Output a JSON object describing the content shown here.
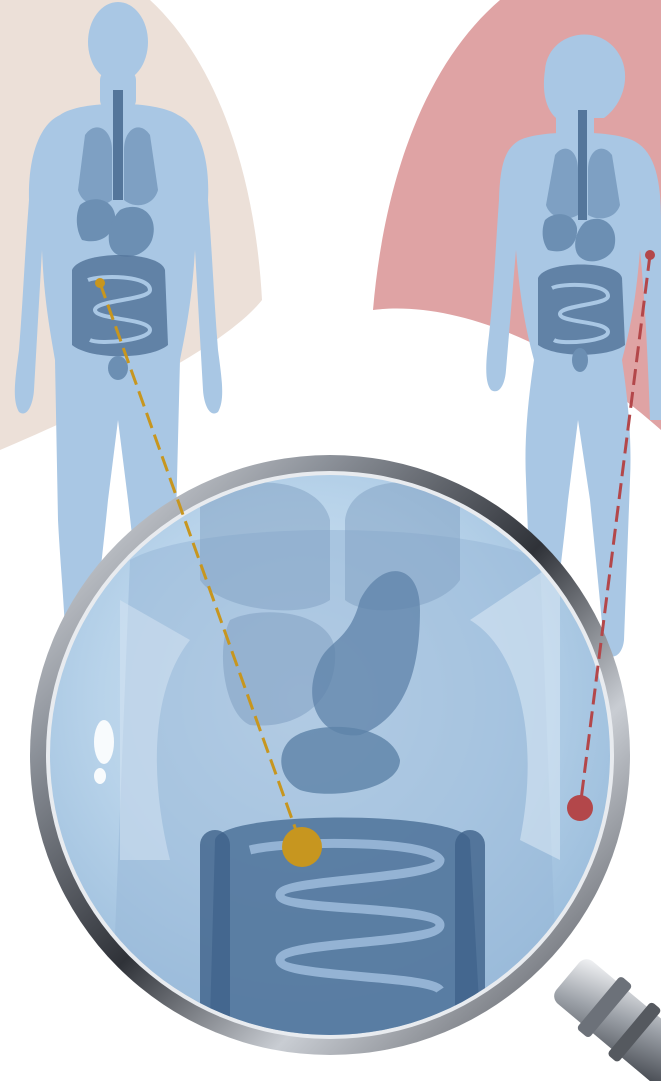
{
  "colors": {
    "background": "#ffffff",
    "male_backdrop": "#ece0d8",
    "female_backdrop": "#dfa3a4",
    "body_fill": "#a9c7e4",
    "organ_fill": "#5d82a8",
    "organ_dark": "#3f628a",
    "male_marker": "#c7961f",
    "female_marker": "#b3474a",
    "lens_tint": "#b8d3ea",
    "rim_dark": "#3a3d44",
    "rim_light": "#e8ebef"
  },
  "figures": [
    {
      "id": "male",
      "marker_color": "#c7961f",
      "icon": "male-body-silhouette-icon"
    },
    {
      "id": "female",
      "marker_color": "#b3474a",
      "icon": "female-body-silhouette-icon"
    }
  ],
  "magnifier": {
    "icon": "magnifying-glass-icon",
    "content": "abdomen-organs-closeup"
  }
}
